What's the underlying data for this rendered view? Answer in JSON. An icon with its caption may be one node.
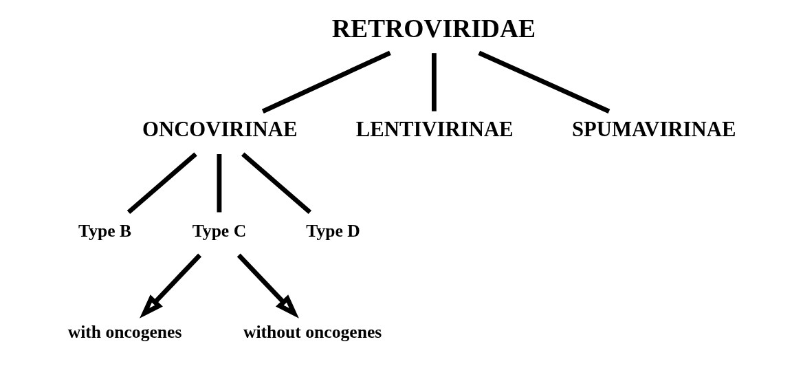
{
  "diagram": {
    "nodes": [
      {
        "text": [
          "RETROVIRIDAE"
        ]
      },
      {
        "text": [
          "ONCOVIRINAE"
        ]
      },
      {
        "text": [
          "LENTIVIRINAE"
        ]
      },
      {
        "text": [
          "SPUMAVIRINAE"
        ]
      },
      {
        "text": [
          "Type B"
        ]
      },
      {
        "text": [
          "Type C"
        ]
      },
      {
        "text": [
          "Type D"
        ]
      },
      {
        "text": [
          "with oncogenes"
        ]
      },
      {
        "text": [
          "without oncogenes"
        ]
      }
    ],
    "edges": [
      {
        "from": 0,
        "to": 1,
        "arrow": "none"
      },
      {
        "from": 0,
        "to": 2,
        "arrow": "none"
      },
      {
        "from": 0,
        "to": 3,
        "arrow": "none"
      },
      {
        "from": 1,
        "to": 4,
        "arrow": "none"
      },
      {
        "from": 1,
        "to": 5,
        "arrow": "none"
      },
      {
        "from": 1,
        "to": 6,
        "arrow": "none"
      },
      {
        "from": 5,
        "to": 7,
        "arrow": "to"
      },
      {
        "from": 5,
        "to": 8,
        "arrow": "to"
      }
    ]
  }
}
